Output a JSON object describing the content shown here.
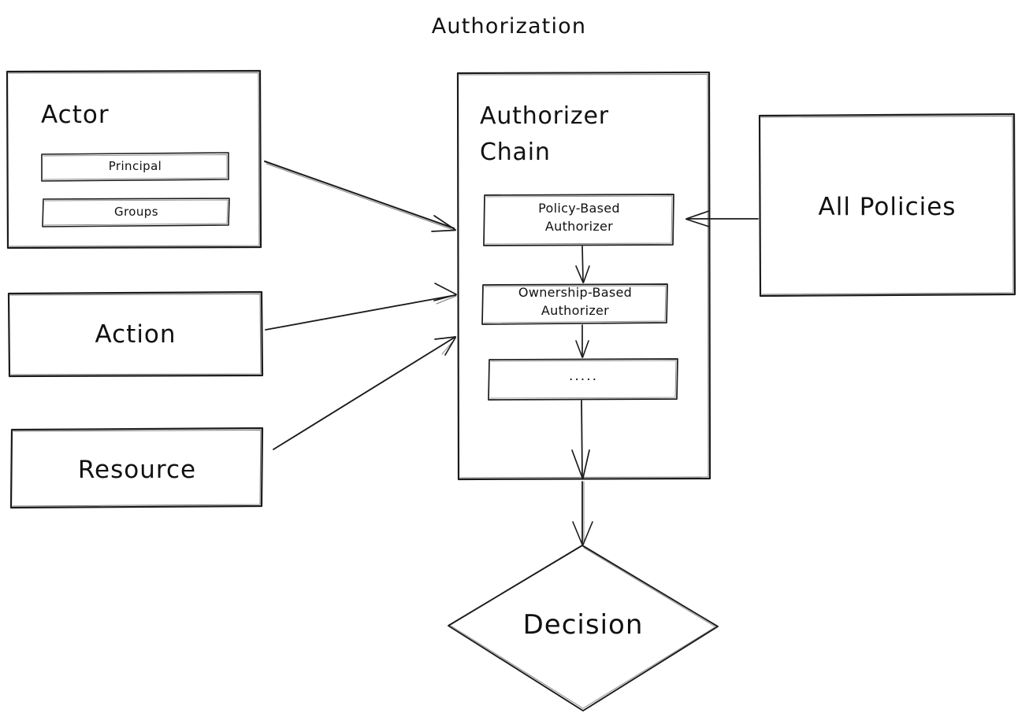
{
  "diagram": {
    "title": "Authorization",
    "background_color": "#ffffff",
    "stroke_color": "#1b1b1b",
    "style": "hand-drawn"
  },
  "nodes": {
    "actor": {
      "label": "Actor",
      "children": [
        {
          "label": "Principal"
        },
        {
          "label": "Groups"
        }
      ]
    },
    "action": {
      "label": "Action"
    },
    "resource": {
      "label": "Resource"
    },
    "authorizer_chain": {
      "label_line1": "Authorizer",
      "label_line2": "Chain",
      "children": [
        {
          "label_line1": "Policy-Based",
          "label_line2": "Authorizer"
        },
        {
          "label_line1": "Ownership-Based",
          "label_line2": "Authorizer"
        },
        {
          "label_line1": ".....",
          "label_line2": ""
        }
      ]
    },
    "all_policies": {
      "label": "All Policies"
    },
    "decision": {
      "label": "Decision"
    }
  },
  "edges": [
    {
      "from": "actor",
      "to": "authorizer-chain",
      "arrow": "to"
    },
    {
      "from": "action",
      "to": "authorizer-chain",
      "arrow": "to"
    },
    {
      "from": "resource",
      "to": "authorizer-chain",
      "arrow": "to"
    },
    {
      "from": "all-policies",
      "to": "policy-based-authorizer",
      "arrow": "to"
    },
    {
      "from": "policy-based-authorizer",
      "to": "ownership-based-authorizer",
      "arrow": "to"
    },
    {
      "from": "ownership-based-authorizer",
      "to": "ellipsis-authorizer",
      "arrow": "to"
    },
    {
      "from": "ellipsis-authorizer",
      "to": "authorizer-chain-bottom",
      "arrow": "to"
    },
    {
      "from": "authorizer-chain",
      "to": "decision",
      "arrow": "to"
    }
  ]
}
